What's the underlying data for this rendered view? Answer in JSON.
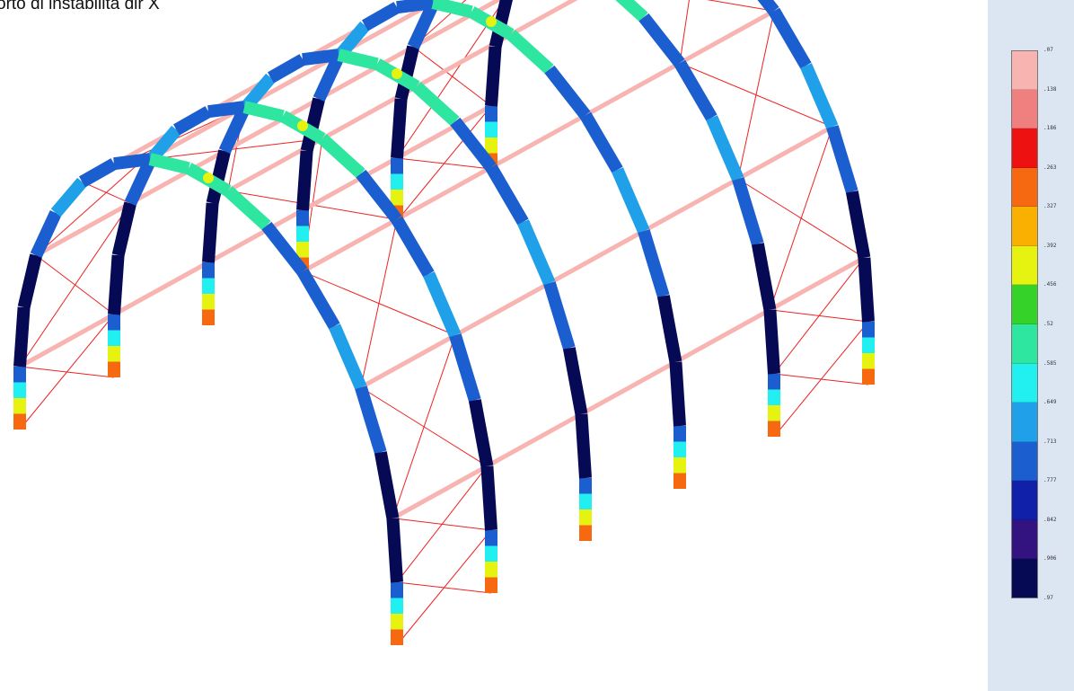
{
  "title": "orto di instabilità dir X",
  "legend": {
    "ticks": [
      ".07",
      ".138",
      ".186",
      ".263",
      ".327",
      ".392",
      ".456",
      ".52",
      ".585",
      ".649",
      ".713",
      ".777",
      ".842",
      ".906",
      ".97"
    ],
    "colors": [
      "#f7b4b0",
      "#f08080",
      "#ee1111",
      "#f66910",
      "#f9b000",
      "#e6f20f",
      "#35d229",
      "#2fe6a0",
      "#22f0f0",
      "#1fa0e8",
      "#1b5ed0",
      "#1020a8",
      "#32137f",
      "#060a55"
    ]
  },
  "structure": {
    "arch_count": 6,
    "segments_per_arch": 15,
    "arch_colors": {
      "top": "#2fe6a0",
      "crown_joint": "#e6f20f",
      "upper": "#1b5ed0",
      "mid": "#1fa0e8",
      "lower": "#060a55",
      "post": [
        "#1b5ed0",
        "#22f0f0",
        "#e6f20f",
        "#f66910"
      ]
    },
    "purlin_color": "#f7b4b0",
    "bracing_color": "#ee2222"
  }
}
